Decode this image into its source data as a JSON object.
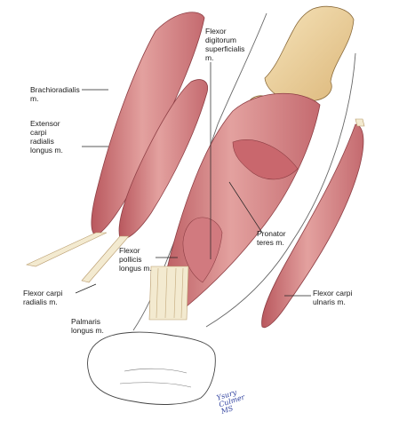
{
  "labels": {
    "brachioradialis": "Brachioradialis\nm.",
    "extensor_carpi_radialis_longus": "Extensor\ncarpi\nradialis\nlongus m.",
    "flexor_digitorum_superficialis": "Flexor\ndigitorum\nsuperficialis\nm.",
    "flexor_pollicis_longus": "Flexor\npollicis\nlongus m.",
    "pronator_teres": "Pronator\nteres m.",
    "flexor_carpi_radialis": "Flexor carpi\nradialis m.",
    "palmaris_longus": "Palmaris\nlongus m.",
    "flexor_carpi_ulnaris": "Flexor carpi\nulnaris m."
  },
  "signature": "Ysury\nCulmer\nMS",
  "colors": {
    "muscle": "#d98a8c",
    "muscle_dark": "#b9585e",
    "muscle_light": "#eec0bd",
    "bone": "#f2d9a6",
    "bone_shade": "#dcb77a",
    "tendon": "#f3ead0",
    "outline": "#555555",
    "leader": "#222222",
    "signature": "#2d3f9e"
  }
}
